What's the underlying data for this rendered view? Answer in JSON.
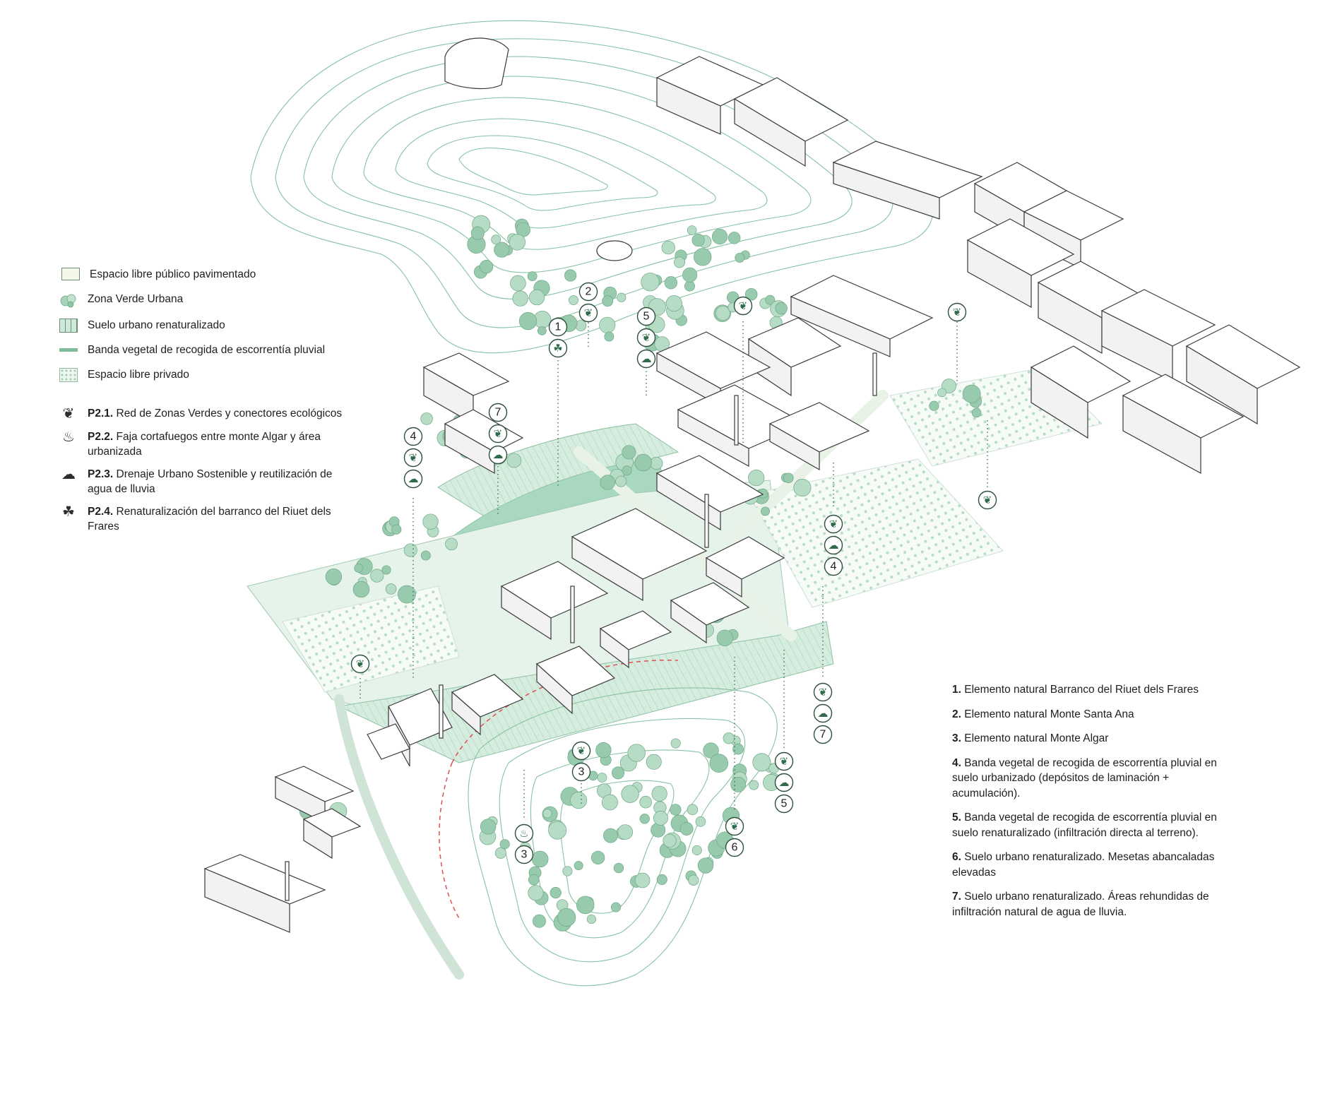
{
  "legend": {
    "items": [
      {
        "symbol": "paved-square",
        "label": "Espacio libre público pavimentado"
      },
      {
        "symbol": "tree-cluster",
        "label": "Zona Verde Urbana"
      },
      {
        "symbol": "striped-green",
        "label": "Suelo urbano renaturalizado"
      },
      {
        "symbol": "green-band",
        "label": "Banda vegetal de recogida de escorrentía pluvial"
      },
      {
        "symbol": "dotted-square",
        "label": "Espacio libre privado"
      }
    ],
    "programs": [
      {
        "icon": "leaf-icon",
        "code": "P2.1.",
        "label": "Red de Zonas Verdes y conectores ecológicos"
      },
      {
        "icon": "flame-icon",
        "code": "P2.2.",
        "label": "Faja cortafuegos entre monte Algar y área urbanizada"
      },
      {
        "icon": "water-cloud-icon",
        "code": "P2.3.",
        "label": "Drenaje Urbano Sostenible y reutilización de agua de lluvia"
      },
      {
        "icon": "hands-leaf-icon",
        "code": "P2.4.",
        "label": "Renaturalización del barranco del Riuet dels Frares"
      }
    ]
  },
  "notes": [
    {
      "num": "1.",
      "text": "Elemento natural Barranco del Riuet dels Frares"
    },
    {
      "num": "2.",
      "text": "Elemento natural Monte Santa Ana"
    },
    {
      "num": "3.",
      "text": "Elemento natural Monte Algar"
    },
    {
      "num": "4.",
      "text": "Banda vegetal de recogida de escorrentía pluvial en suelo urbanizado (depósitos de laminación + acumulación)."
    },
    {
      "num": "5.",
      "text": "Banda vegetal de recogida de escorrentía pluvial en suelo renaturalizado (infiltración directa al terreno)."
    },
    {
      "num": "6.",
      "text": "Suelo urbano renaturalizado. Mesetas abancaladas elevadas"
    },
    {
      "num": "7.",
      "text": "Suelo urbano renaturalizado. Áreas rehundidas de infiltración natural de agua de lluvia."
    }
  ],
  "map_markers": [
    {
      "label": "1",
      "icons": [
        "hands-leaf-icon"
      ]
    },
    {
      "label": "2",
      "icons": [
        "leaf-icon"
      ]
    },
    {
      "label": "5",
      "icons": [
        "leaf-icon",
        "water-cloud-icon"
      ]
    },
    {
      "label": "7",
      "icons": [
        "leaf-icon",
        "water-cloud-icon"
      ]
    },
    {
      "label": "4",
      "icons": [
        "leaf-icon",
        "water-cloud-icon"
      ]
    },
    {
      "label": "",
      "icons": [
        "leaf-icon"
      ]
    },
    {
      "label": "",
      "icons": [
        "leaf-icon"
      ]
    },
    {
      "label": "",
      "icons": [
        "leaf-icon"
      ]
    },
    {
      "label": "4",
      "icons": [
        "leaf-icon",
        "water-cloud-icon"
      ]
    },
    {
      "label": "",
      "icons": [
        "leaf-icon"
      ]
    },
    {
      "label": "7",
      "icons": [
        "leaf-icon",
        "water-cloud-icon"
      ]
    },
    {
      "label": "3",
      "icons": [
        "leaf-icon"
      ]
    },
    {
      "label": "3",
      "icons": [
        "flame-icon"
      ]
    },
    {
      "label": "6",
      "icons": [
        "leaf-icon"
      ]
    },
    {
      "label": "5",
      "icons": [
        "leaf-icon",
        "water-cloud-icon"
      ]
    }
  ],
  "colors": {
    "contour": "#86c2a2",
    "green_zone": "#cfe8da",
    "band": "#7fbd9a",
    "building_stroke": "#3a3a3a",
    "firebreak": "#e05050"
  }
}
